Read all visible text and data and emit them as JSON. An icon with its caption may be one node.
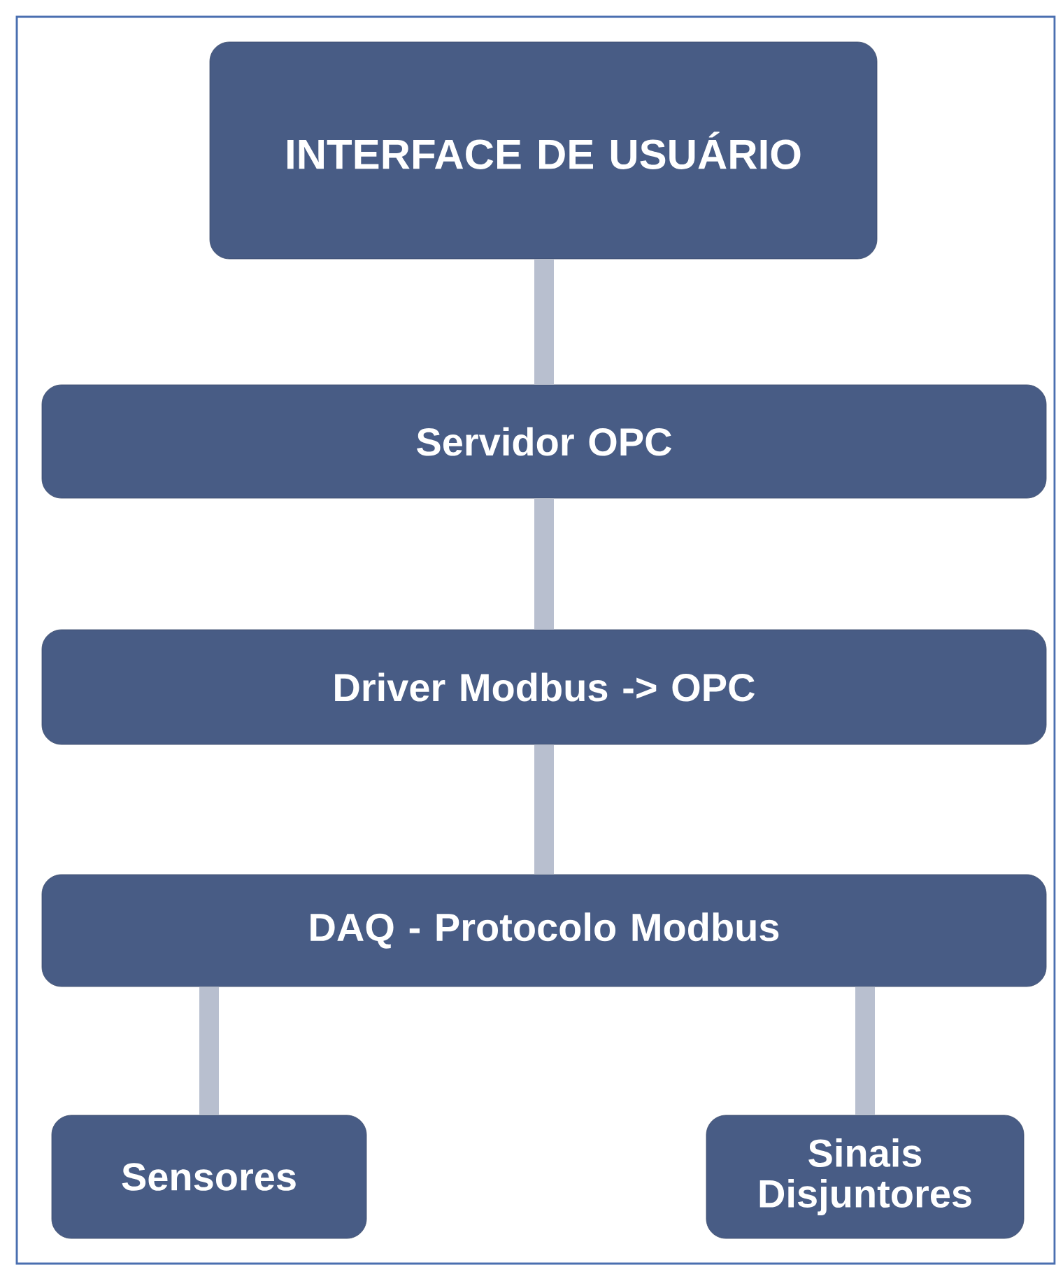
{
  "diagram": {
    "nodes": [
      {
        "text": [
          "INTERFACE DE USUÁRIO"
        ]
      },
      {
        "text": [
          "Servidor OPC"
        ]
      },
      {
        "text": [
          "Driver Modbus -> OPC"
        ]
      },
      {
        "text": [
          "DAQ - Protocolo Modbus"
        ]
      },
      {
        "text": [
          "Sensores"
        ]
      },
      {
        "text": [
          "Sinais Disjuntores"
        ]
      }
    ],
    "edges": [
      {
        "from": 0,
        "to": 1,
        "arrow": "none"
      },
      {
        "from": 1,
        "to": 2,
        "arrow": "none"
      },
      {
        "from": 2,
        "to": 3,
        "arrow": "none"
      },
      {
        "from": 3,
        "to": 4,
        "arrow": "none"
      },
      {
        "from": 3,
        "to": 5,
        "arrow": "none"
      }
    ]
  }
}
